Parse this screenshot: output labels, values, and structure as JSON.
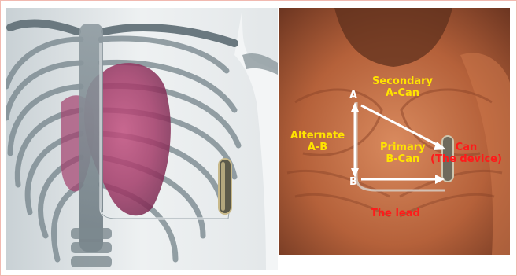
{
  "labels": {
    "secondary_line1": "Secondary",
    "secondary_line2": "A-Can",
    "alternate_line1": "Alternate",
    "alternate_line2": "A-B",
    "primary_line1": "Primary",
    "primary_line2": "B-Can",
    "can_line1": "Can",
    "can_line2": "(The device)",
    "lead": "The lead",
    "point_a": "A",
    "point_b": "B"
  },
  "colors": {
    "vector_label": "#ffe400",
    "device_label": "#ff1a1a",
    "point_label": "#ffffff",
    "frame_border": "#f1b9b0"
  }
}
